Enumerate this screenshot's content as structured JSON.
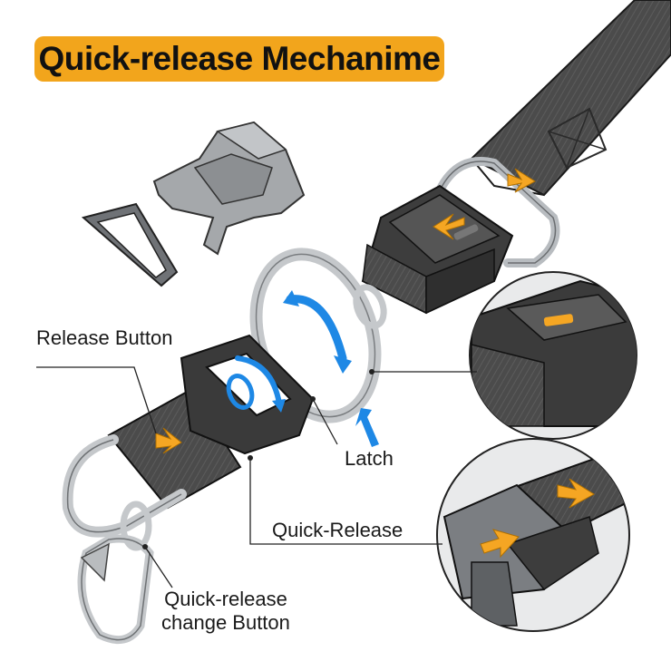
{
  "title": "Quick-release Mechanime",
  "callouts": {
    "release_button": "Release Button",
    "latch": "Latch",
    "quick_release": "Quick-Release",
    "change_button": "Quick-release\nchange Button"
  },
  "colors": {
    "title_background": "#f2a51c",
    "arrow_orange": "#f5a623",
    "arrow_blue": "#1e88e5",
    "webbing_dark": "#4a4a4a",
    "buckle_dark": "#3a3a3a",
    "metal_silver": "#c9cccf"
  }
}
